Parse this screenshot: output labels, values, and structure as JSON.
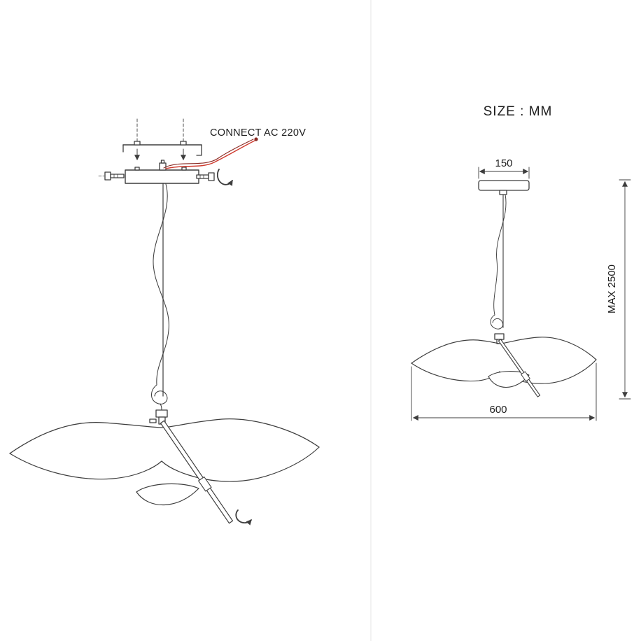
{
  "labels": {
    "connect": "CONNECT AC 220V",
    "size_units": "SIZE : MM"
  },
  "dimensions": {
    "canopy_width": "150",
    "max_drop": "MAX 2500",
    "shade_width": "600"
  },
  "colors": {
    "line": "#3d3d3d",
    "text": "#1d1d1d",
    "wire_red": "#cf3a2e",
    "wire_dark": "#8a2b24",
    "divider": "#e4e4e4",
    "background": "#ffffff"
  },
  "icons": {
    "canopy_rotation": "rotate-cw-arrow-icon",
    "stem_rotation": "rotate-cw-arrow-icon"
  }
}
